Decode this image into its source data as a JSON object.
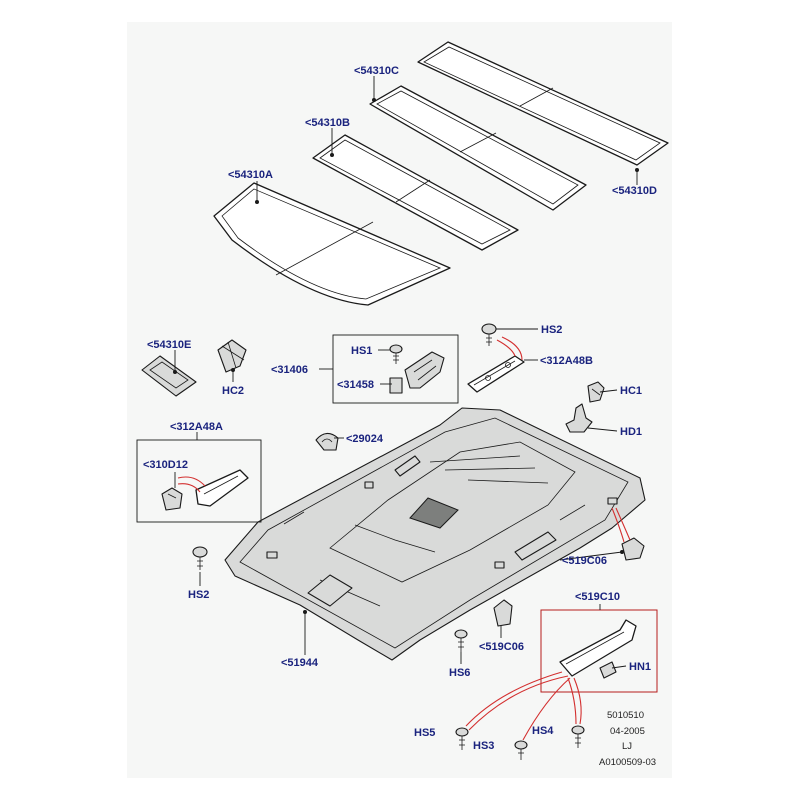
{
  "labels": {
    "p54310c": "<54310C",
    "p54310b": "<54310B",
    "p54310a": "<54310A",
    "p54310d": "<54310D",
    "p54310e": "<54310E",
    "hc2": "HC2",
    "p31406": "<31406",
    "hs1": "HS1",
    "p31458": "<31458",
    "hs2_top": "HS2",
    "p312a48b": "<312A48B",
    "hc1": "HC1",
    "hd1": "HD1",
    "p312a48a": "<312A48A",
    "p310d12": "<310D12",
    "p29024": "<29024",
    "hs2_left": "HS2",
    "p519c06_right": "<519C06",
    "p519c06_mid": "<519C06",
    "p519c10": "<519C10",
    "hs6": "HS6",
    "hn1": "HN1",
    "p51944": "<51944",
    "hs5": "HS5",
    "hs3": "HS3",
    "hs4": "HS4"
  },
  "meta": {
    "code": "5010510",
    "date": "04-2005",
    "initials": "LJ",
    "ref": "A0100509-03"
  }
}
